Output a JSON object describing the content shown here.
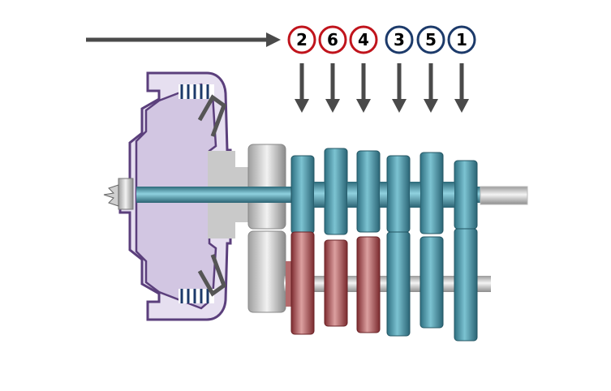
{
  "gear_labels": [
    {
      "label": "2",
      "group": "even"
    },
    {
      "label": "6",
      "group": "even"
    },
    {
      "label": "4",
      "group": "even"
    },
    {
      "label": "3",
      "group": "odd"
    },
    {
      "label": "5",
      "group": "odd"
    },
    {
      "label": "1",
      "group": "odd"
    }
  ],
  "colors": {
    "even_ring": "#c0141c",
    "odd_ring": "#1c3a6a",
    "arrow": "#4a4a4a",
    "teal_gear": "#3f8fa0",
    "red_gear": "#a84c4e",
    "housing": "#5b3f7c",
    "housing_fill": "#e6dff0"
  }
}
